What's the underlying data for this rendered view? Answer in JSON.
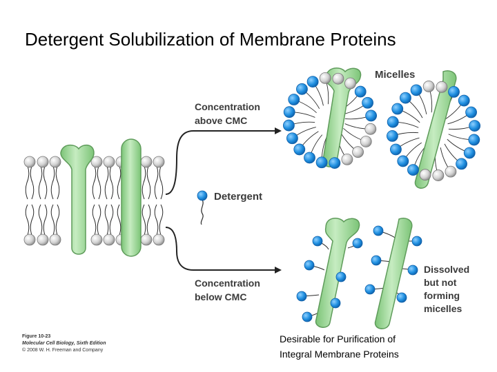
{
  "title": "Detergent Solubilization of Membrane Proteins",
  "labels": {
    "micelles": "Micelles",
    "above_cmc_line1": "Concentration",
    "above_cmc_line2": "above CMC",
    "detergent": "Detergent",
    "below_cmc_line1": "Concentration",
    "below_cmc_line2": "below CMC",
    "dissolved_line1": "Dissolved",
    "dissolved_line2": "but not",
    "dissolved_line3": "forming",
    "dissolved_line4": "micelles"
  },
  "figure_caption": {
    "figure_number": "Figure 10-23",
    "book": "Molecular Cell Biology, Sixth Edition",
    "copyright": "© 2008 W. H. Freeman and Company"
  },
  "note": {
    "line1": "Desirable for Purification of",
    "line2": "Integral Membrane Proteins"
  },
  "colors": {
    "protein_fill": "#9fd89a",
    "protein_stroke": "#5e9b5a",
    "detergent_head": "#1f8fe0",
    "lipid_head": "#c8c8c8",
    "tail": "#2a2a2a",
    "arrow": "#222222"
  }
}
